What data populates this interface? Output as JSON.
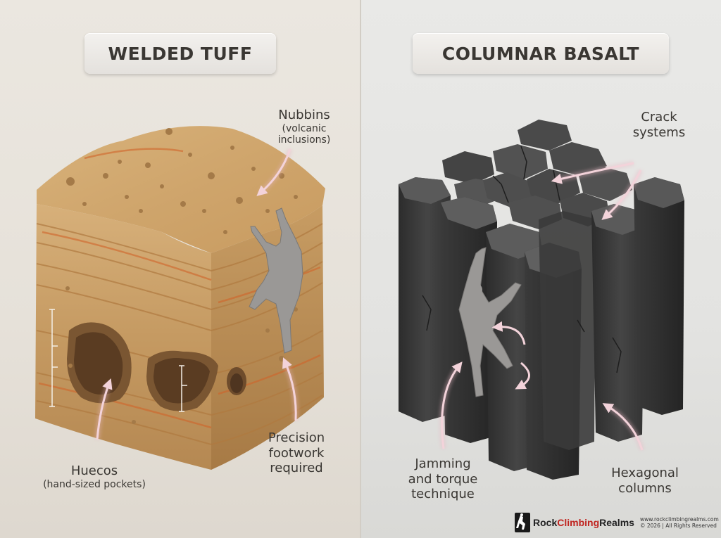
{
  "panels": {
    "left": {
      "title": "WELDED TUFF",
      "labels": {
        "nubbins": {
          "main": "Nubbins",
          "sub": "(volcanic inclusions)"
        },
        "huecos": {
          "main": "Huecos",
          "sub": "(hand-sized pockets)"
        },
        "footwork": {
          "line1": "Precision",
          "line2": "footwork",
          "line3": "required"
        }
      }
    },
    "right": {
      "title": "COLUMNAR BASALT",
      "labels": {
        "crack": {
          "line1": "Crack",
          "line2": "systems"
        },
        "jamming": {
          "line1": "Jamming",
          "line2": "and torque",
          "line3": "technique"
        },
        "hexagonal": {
          "line1": "Hexagonal",
          "line2": "columns"
        }
      }
    }
  },
  "brand": {
    "name_part1": "Rock",
    "name_part2": "Climbing",
    "name_part3": "Realms",
    "url": "www.rockclimbingrealms.com",
    "copyright": "© 2026 | All Rights Reserved"
  },
  "colors": {
    "arrow": "#f3d3da",
    "tuff": "#c8a06a",
    "basalt": "#3c3c3c",
    "climber": "#9a9896"
  }
}
